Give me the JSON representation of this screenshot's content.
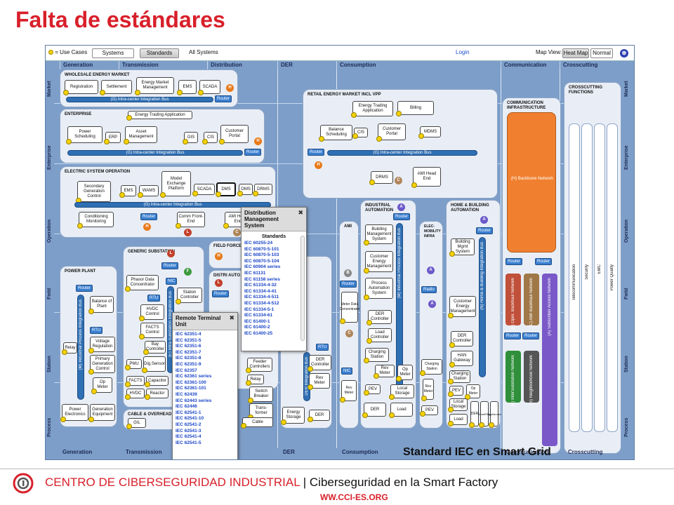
{
  "slide": {
    "title": "Falta de estándares",
    "caption": "Standard IEC en Smart Grid",
    "footer_org": "CENTRO DE CIBERSEGURIDAD INDUSTRIAL",
    "footer_sep": " | ",
    "footer_subject": "Ciberseguridad en la Smart Factory",
    "footer_url": "WW.CCI-ES.ORG",
    "brand_color": "#d8202a"
  },
  "toolbar": {
    "use_cases": "= Use Cases",
    "systems": "Systems",
    "standards": "Standards",
    "all_systems": "All Systems",
    "login": "Login",
    "map_view": "Map View:",
    "heat_map": "Heat Map",
    "normal": "Normal",
    "close": "⊗"
  },
  "domains": [
    "Generation",
    "Transmission",
    "Distribution",
    "DER",
    "Consumption",
    "Communication",
    "Crosscutting"
  ],
  "zones": [
    "Market",
    "Enterprise",
    "Operation",
    "Field",
    "Station",
    "Process"
  ],
  "panels": {
    "wholesale": "WHOLESALE ENERGY MARKET",
    "enterprise": "ENTERPRISE",
    "electric_ops": "ELECTRIC SYSTEM OPERATION",
    "retail": "RETAIL ENERGY MARKET INCL VPP",
    "comm_infra": "COMMUNICATION INFRASTRUCTURE",
    "crosscutting_fn": "CROSSCUTTING FUNCTIONS",
    "power_plant": "POWER PLANT",
    "generic_sub": "GENERIC SUBSTATION",
    "field_force": "FIELD FORCE",
    "distri_auto": "DISTRI AUTO",
    "ami": "AMI",
    "industrial": "INDUSTRIAL AUTOMATION",
    "elec_mobility": "ELEC- MOBILITY INFRA",
    "home_building": "HOME & BUILDING AUTOMATION",
    "cable_overhead": "CABLE & OVERHEAD"
  },
  "boxes": {
    "registration": "Registration",
    "settlement": "Settlement",
    "em_mgmt": "Energy Market Management",
    "ems": "EMS",
    "scada": "SCADA",
    "eta": "Energy Trading Application",
    "power_sched": "Power Scheduling",
    "erp": "ERP",
    "asset_mgmt": "Asset Management",
    "gis": "GIS",
    "cis": "CIS",
    "customer_portal": "Customer Portal",
    "sec_gen": "Secondary Generation Control",
    "ems2": "EMS",
    "wams": "WAMS",
    "model_exchange": "Model Exchange Platform",
    "scada2": "SCADA",
    "dms": "DMS",
    "oms": "OMS",
    "drms": "DRMS",
    "cond_mon": "Conditioning Monitoring",
    "comm_fe": "Comm Front-End",
    "ami_he": "AMI Head End",
    "retail_eta": "Energy Trading Application",
    "billing": "Billing",
    "balance_sched": "Balance Scheduling",
    "retail_cis": "CIS",
    "retail_cp": "Customer Portal",
    "mdms": "MDMS",
    "drms2": "DRMS",
    "ami_he2": "AMI Head End",
    "bms": "Building Management System",
    "cems": "Customer Energy Management",
    "pas": "Process Automation System",
    "der_ctrl": "DER Controller",
    "load_ctrl": "Load Controller",
    "charging": "Charging Station",
    "rev_meter": "Rev Meter",
    "op_meter": "Op Meter",
    "pev": "PEV",
    "local_storage": "Local Storage",
    "der": "DER",
    "load": "Load",
    "meter_conc": "Meter Data Concentrator",
    "energy_storage": "Energy Storage",
    "der2": "DER",
    "building_mgmt": "Building Mgmt System",
    "cem2": "Customer Energy Management",
    "der_ctrl2": "DER Controller",
    "han": "HAN Gateway",
    "smartplug": "SmartPlug",
    "appliances": "Appliances",
    "balance_plant": "Balance of Plant",
    "voltage_reg": "Voltage Regulation",
    "primary_gen": "Primary Generation Control",
    "op_meter2": "Op Meter",
    "relay": "Relay",
    "power_elec": "Power Electronics",
    "gen_equip": "Generation Equipment",
    "phasor": "Phasor Data Concentrator",
    "station_ctrl": "Station Controller",
    "hvdc_ctrl": "HVDC Control",
    "facts_ctrl": "FACTS Control",
    "bay_ctrl": "Bay Controller",
    "pmu": "PMU",
    "dig_sensor": "Dig.Sensor",
    "facts": "FACTS",
    "capacitor": "Capacitor",
    "hvdc": "HVDC",
    "reactor": "Reactor",
    "gil": "GIL",
    "cable": "Cable",
    "switch_breaker": "Switch Breaker",
    "transformer": "Trans- former",
    "feeder": "Feeder Controllers"
  },
  "buses": {
    "g_wholesale": "(G) Intra-center Integration Bus",
    "g_enterprise": "(G) Intra-center Integration Bus",
    "g_operation": "(G) Intra-center Integration Bus",
    "g_retail": "(G) Intra-center Integration Bus",
    "m_ind": "(M) Industrial Process Integration Bus",
    "n_home": "(N) Home & Building Integration Bus",
    "e_intra": "(E) Intra-Substation Integration Bus",
    "m_plant": "(M) Industrial Process Integration Bus",
    "der_bus": "DER Integration Bus"
  },
  "routers": {
    "label": "Router",
    "nic": "NIC",
    "rtu": "RTU",
    "radio": "Radio"
  },
  "comm": {
    "backbone": "(H) Backbone Network",
    "l_oper": "(L) Oper. Backhaul Network",
    "c_ami": "(C) AMI Backhaul Network",
    "a_sub": "(A) Subscriber Access Network",
    "f_inter": "(F) InterSubstation Network",
    "b_neigh": "(B) Neighborhood Network",
    "backbone_color": "#f08030",
    "l_color": "#c0503a",
    "c_color": "#a07848",
    "a_color": "#7a58c8",
    "f_color": "#2f8f3a",
    "b_color": "#555555"
  },
  "crosscutting": [
    "Telecommunication",
    "Security",
    "EMC",
    "Power Quality"
  ],
  "popup_dms": {
    "title": "Distribution Management System",
    "standards_label": "Standards",
    "items": [
      "IEC 60255-24",
      "IEC 60870-5-101",
      "IEC 60870-5-103",
      "IEC 60870-5-104",
      "IEC 60904 series",
      "IEC 61131",
      "IEC 61158 series",
      "IEC 61334-4-32",
      "IEC 61334-4-41",
      "IEC 61334-4-511",
      "IEC 61334-4-512",
      "IEC 61334-5-1",
      "IEC 61334-61",
      "IEC 61400-1",
      "IEC 61400-2",
      "IEC 61400-25"
    ]
  },
  "popup_rtu": {
    "title": "Remote Terminal Unit",
    "items": [
      "IEC 62351-4",
      "IEC 62351-5",
      "IEC 62351-6",
      "IEC 62351-7",
      "IEC 62351-8",
      "IEC 62351-9",
      "IEC 62357",
      "IEC 62361 series",
      "IEC 62361-100",
      "IEC 62361-101",
      "IEC 62439",
      "IEC 62443 series",
      "IEC 62446",
      "IEC 62541-1",
      "IEC 62541-10",
      "IEC 62541-2",
      "IEC 62541-3",
      "IEC 62541-4",
      "IEC 62541-5"
    ]
  }
}
